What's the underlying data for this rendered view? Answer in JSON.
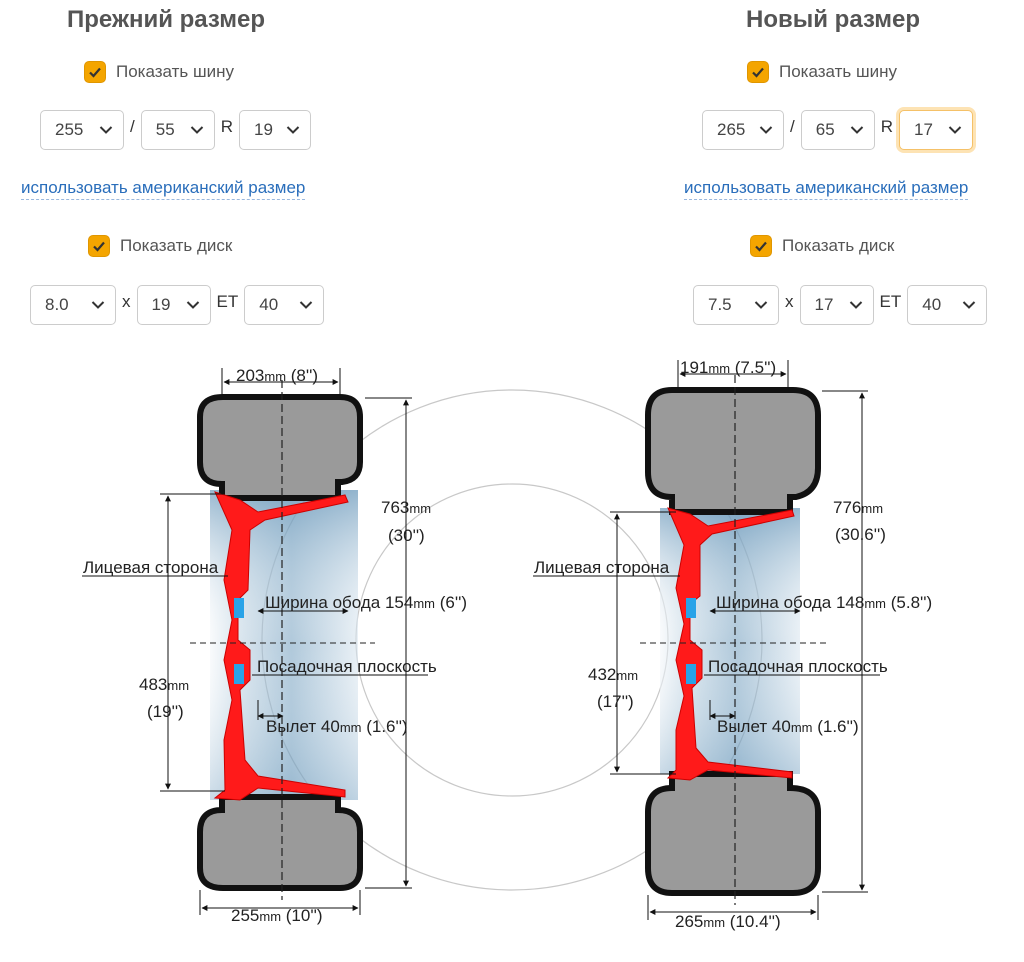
{
  "old": {
    "title": "Прежний размер",
    "show_tire_label": "Показать шину",
    "tire": {
      "width": "255",
      "profile": "55",
      "diameter": "19",
      "slash": "/",
      "r": "R"
    },
    "american_link": "использовать американский размер",
    "show_disc_label": "Показать диск",
    "disc": {
      "width": "8.0",
      "x": "x",
      "diameter": "19",
      "et_label": "ET",
      "et": "40"
    },
    "diagram": {
      "top_width_num": "203",
      "top_width_unit": "mm",
      "top_width_in": " (8'')",
      "height_num": "763",
      "height_unit": "mm",
      "height_in": "(30'')",
      "face_label": "Лицевая сторона",
      "rim_width_label": "Ширина обода ",
      "rim_width_num": "154",
      "rim_width_unit": "mm",
      "rim_width_in": " (6'')",
      "mount_label": "Посадочная плоскость",
      "rim_diam_num": "483",
      "rim_diam_unit": "mm",
      "rim_diam_in": "(19'')",
      "offset_label": "Вылет ",
      "offset_num": "40",
      "offset_unit": "mm",
      "offset_in": " (1.6'')",
      "bottom_width_num": "255",
      "bottom_width_unit": "mm",
      "bottom_width_in": " (10'')"
    }
  },
  "new": {
    "title": "Новый размер",
    "show_tire_label": "Показать шину",
    "tire": {
      "width": "265",
      "profile": "65",
      "diameter": "17",
      "slash": "/",
      "r": "R"
    },
    "american_link": "использовать американский размер",
    "show_disc_label": "Показать диск",
    "disc": {
      "width": "7.5",
      "x": "x",
      "diameter": "17",
      "et_label": "ET",
      "et": "40"
    },
    "diagram": {
      "top_width_num": "191",
      "top_width_unit": "mm",
      "top_width_in": " (7.5'')",
      "height_num": "776",
      "height_unit": "mm",
      "height_in": "(30.6'')",
      "face_label": "Лицевая сторона",
      "rim_width_label": "Ширина обода  ",
      "rim_width_num": "148",
      "rim_width_unit": "mm",
      "rim_width_in": " (5.8'')",
      "mount_label": "Посадочная плоскость",
      "rim_diam_num": "432",
      "rim_diam_unit": "mm",
      "rim_diam_in": "(17'')",
      "offset_label": "Вылет ",
      "offset_num": "40",
      "offset_unit": "mm",
      "offset_in": " (1.6'')",
      "bottom_width_num": "265",
      "bottom_width_unit": "mm",
      "bottom_width_in": " (10.4'')"
    }
  },
  "colors": {
    "accent": "#f4a500",
    "link": "#2a6ebb",
    "rim": "#ff0000",
    "tire": "#9a9a9a"
  },
  "icons": {
    "checkbox": "check-icon",
    "select": "chevron-down-icon"
  }
}
